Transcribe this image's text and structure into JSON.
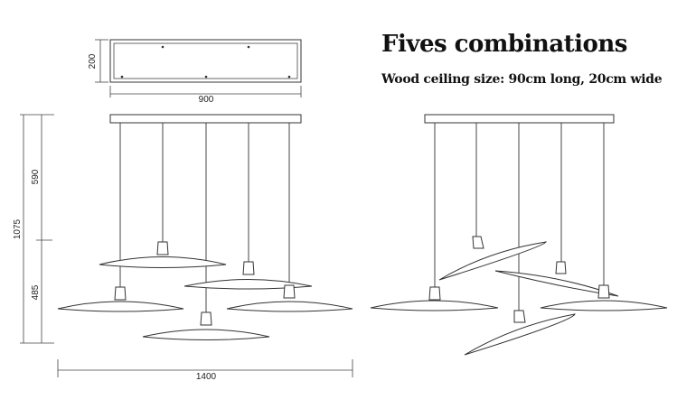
{
  "heading": {
    "title": "Fives combinations",
    "subtitle": "Wood ceiling size: 90cm long, 20cm wide"
  },
  "dimensions": {
    "canopy_width": "900",
    "canopy_depth": "200",
    "total_height": "1075",
    "upper_height": "590",
    "lower_height": "485",
    "total_width": "1400"
  }
}
